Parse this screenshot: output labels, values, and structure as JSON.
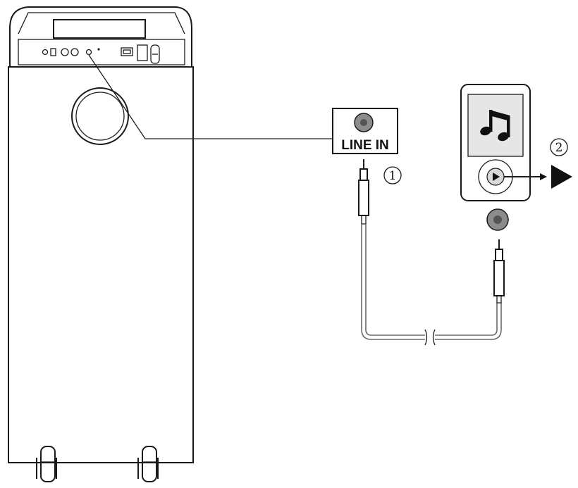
{
  "line_in_label": "LINE IN",
  "step_1": "1",
  "step_2": "2",
  "music_icon": "music-note-icon",
  "play_icon": "play-icon",
  "colors": {
    "stroke": "#1a1a1a",
    "cable": "#6a6a6a",
    "screen": "#e6e6e6",
    "jack": "#8c8c8c"
  }
}
